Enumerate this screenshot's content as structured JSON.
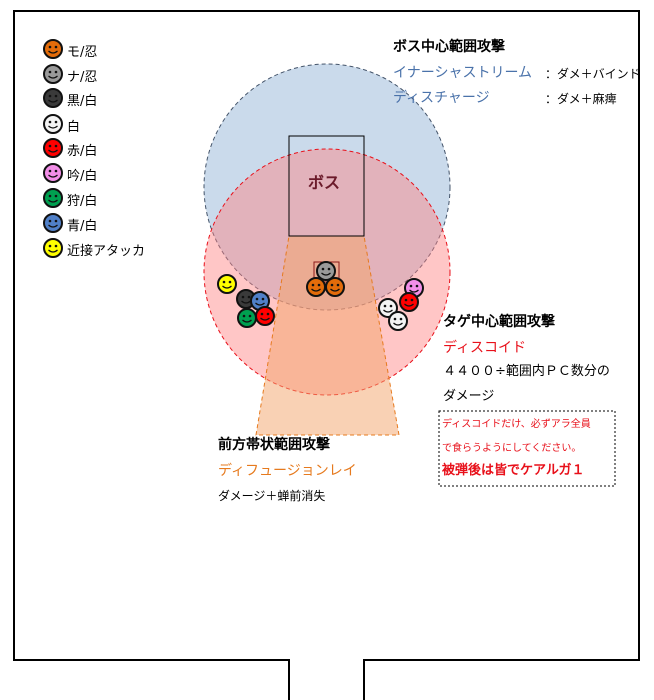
{
  "legend": [
    {
      "label": "モ/忍",
      "color": "#e36c0a"
    },
    {
      "label": "ナ/忍",
      "color": "#9a9a9a"
    },
    {
      "label": "黒/白",
      "color": "#3a3a3a"
    },
    {
      "label": "白",
      "color": "#f4f4f4"
    },
    {
      "label": "赤/白",
      "color": "#ff0000"
    },
    {
      "label": "吟/白",
      "color": "#f28ee8"
    },
    {
      "label": "狩/白",
      "color": "#00a050"
    },
    {
      "label": "青/白",
      "color": "#5080c8"
    },
    {
      "label": "近接アタッカ",
      "color": "#ffff00"
    }
  ],
  "boss": {
    "label": "ボス"
  },
  "boss_aoe": {
    "title": "ボス中心範囲攻撃",
    "items": [
      {
        "name": "イナーシャストリーム",
        "effect": "：ダメ＋バインド"
      },
      {
        "name": "ディスチャージ",
        "effect": "：ダメ＋麻痺"
      }
    ]
  },
  "target_aoe": {
    "title": "タゲ中心範囲攻撃",
    "name": "ディスコイド",
    "desc1": "４４００÷範囲内ＰＣ数分の",
    "desc2": "ダメージ"
  },
  "note": {
    "line1": "ディスコイドだけ、必ずアラ全員",
    "line2": "で食らうようにしてください。",
    "line3": "被弾後は皆でケアルガ１"
  },
  "front_aoe": {
    "title": "前方帯状範囲攻撃",
    "name": "ディフュージョンレイ",
    "effect": "ダメージ＋蝉前消失"
  }
}
